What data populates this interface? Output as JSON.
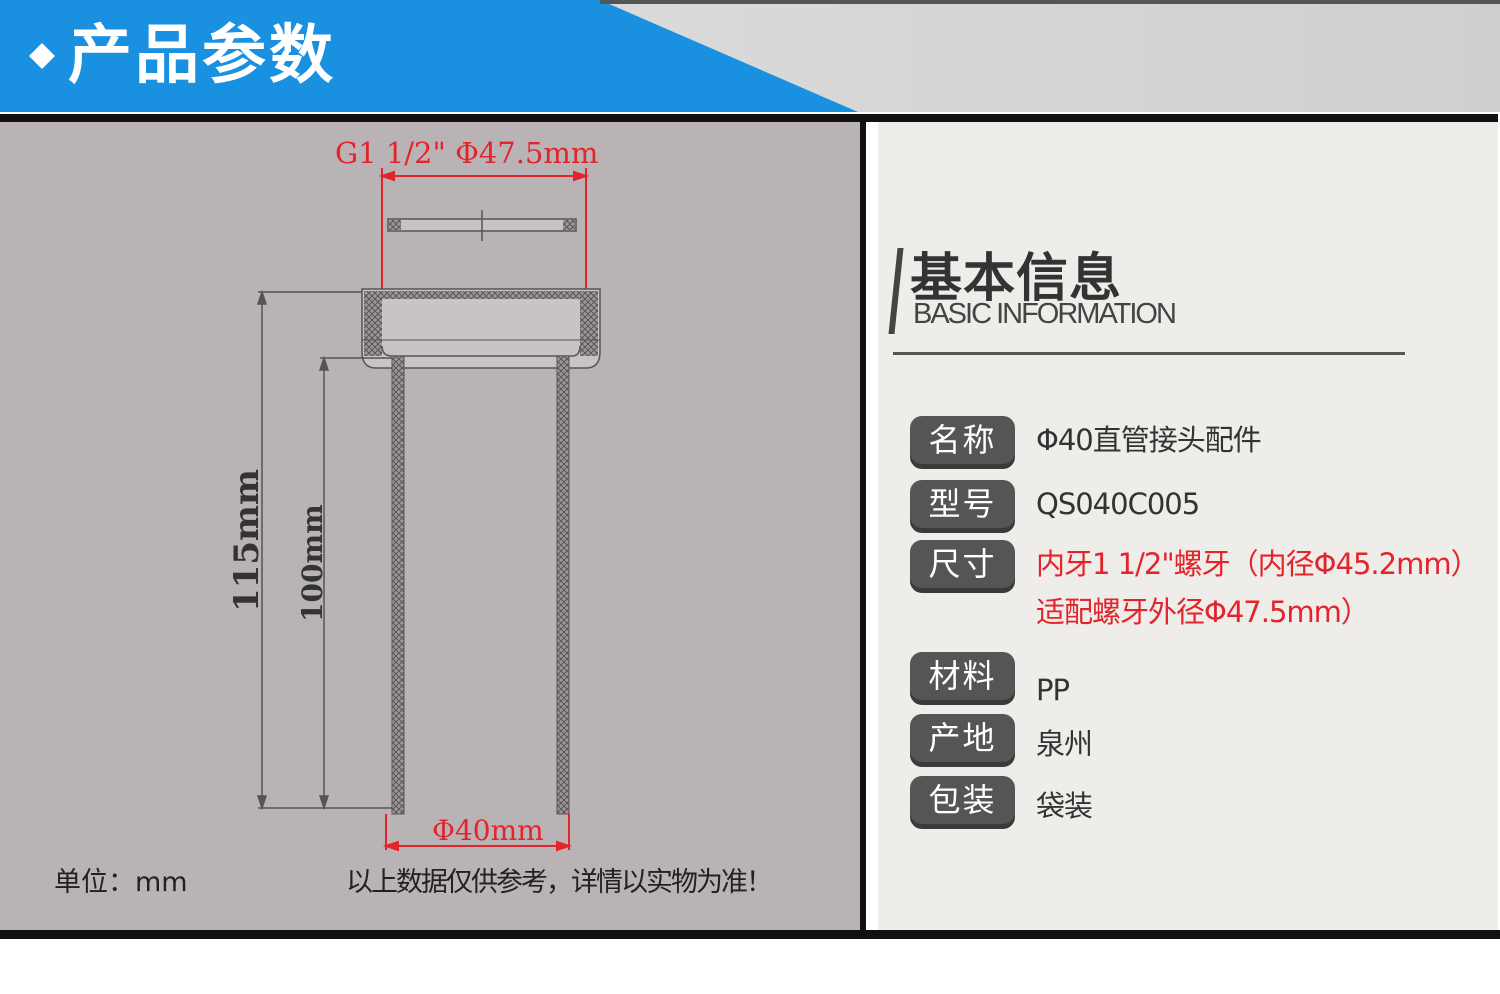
{
  "header": {
    "title": "产品参数",
    "colors": {
      "primary_blue": "#1a90e0",
      "banner_gray": "#d9d9d9"
    }
  },
  "drawing": {
    "top_dimension": "G1 1/2\" Φ47.5mm",
    "bottom_dimension": "Φ40mm",
    "total_height": "115mm",
    "pipe_height": "100mm",
    "unit_label": "单位：mm",
    "disclaimer": "以上数据仅供参考，详情以实物为准！",
    "colors": {
      "background": "#b9b3b6",
      "dimension_red": "#e3242b",
      "line": "#555555"
    }
  },
  "info": {
    "title": "基本信息",
    "subtitle": "BASIC INFORMATION",
    "rows": [
      {
        "label": "名称",
        "value": "Φ40直管接头配件"
      },
      {
        "label": "型号",
        "value": "QS040C005"
      },
      {
        "label": "尺寸",
        "value": "内牙1 1/2\"螺牙（内径Φ45.2mm）",
        "value2": "适配螺牙外径Φ47.5mm）"
      },
      {
        "label": "材料",
        "value": "PP"
      },
      {
        "label": "产地",
        "value": "泉州"
      },
      {
        "label": "包装",
        "value": "袋装"
      }
    ]
  }
}
